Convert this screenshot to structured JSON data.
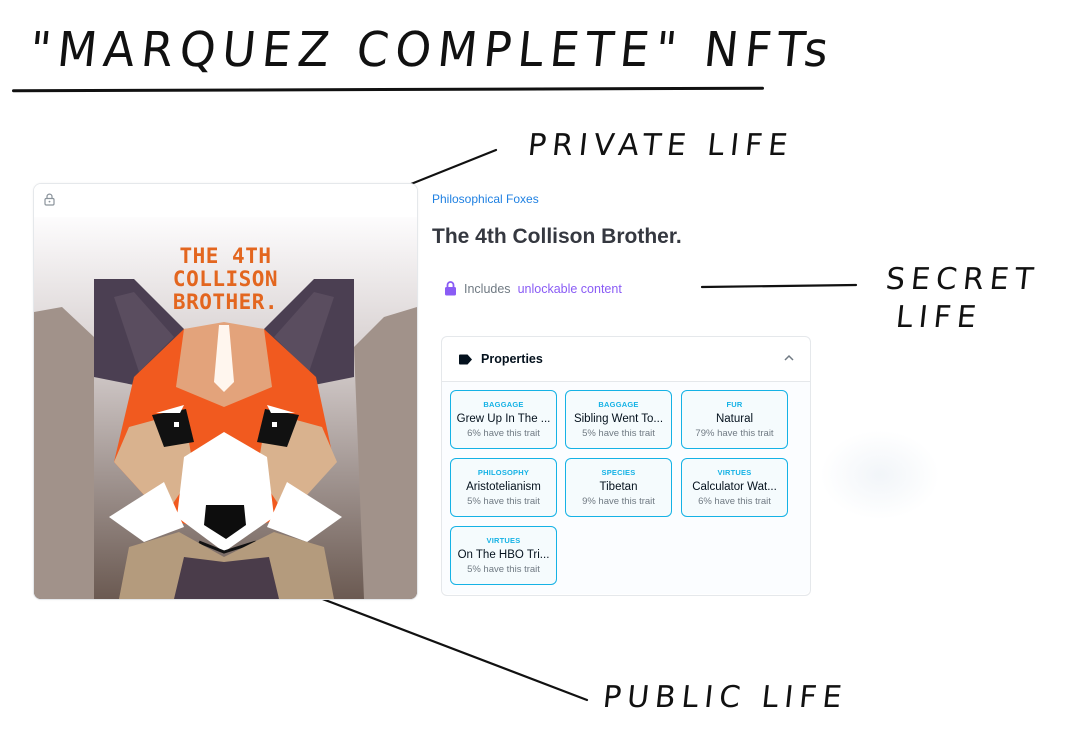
{
  "annotations": {
    "title": "\"MARQUEZ COMPLETE\" NFTs",
    "private_life": "PRIVATE LIFE",
    "secret_life_line1": "SECRET",
    "secret_life_line2": "LIFE",
    "public_life": "PUBLIC LIFE"
  },
  "nft": {
    "art_title_lines": [
      "THE 4TH",
      "COLLISON",
      "BROTHER."
    ],
    "colors": {
      "art_text": "#e3661f",
      "fox_orange": "#f15a1f",
      "fox_dark": "#4b3f52"
    }
  },
  "details": {
    "collection": "Philosophical Foxes",
    "title": "The 4th Collison Brother.",
    "unlockable_prefix": "Includes",
    "unlockable_link": "unlockable content",
    "accent_color": "#8a5cf5",
    "link_color": "#2081e2"
  },
  "properties": {
    "header": "Properties",
    "icons": {
      "header": "tag-icon",
      "toggle": "chevron-up-icon",
      "lock": "lock-icon"
    },
    "traits": [
      {
        "type": "BAGGAGE",
        "value": "Grew Up In The ...",
        "rarity": "6% have this trait"
      },
      {
        "type": "BAGGAGE",
        "value": "Sibling Went To...",
        "rarity": "5% have this trait"
      },
      {
        "type": "FUR",
        "value": "Natural",
        "rarity": "79% have this trait"
      },
      {
        "type": "PHILOSOPHY",
        "value": "Aristotelianism",
        "rarity": "5% have this trait"
      },
      {
        "type": "SPECIES",
        "value": "Tibetan",
        "rarity": "9% have this trait"
      },
      {
        "type": "VIRTUES",
        "value": "Calculator Wat...",
        "rarity": "6% have this trait"
      },
      {
        "type": "VIRTUES",
        "value": "On The HBO Tri...",
        "rarity": "5% have this trait"
      }
    ]
  }
}
